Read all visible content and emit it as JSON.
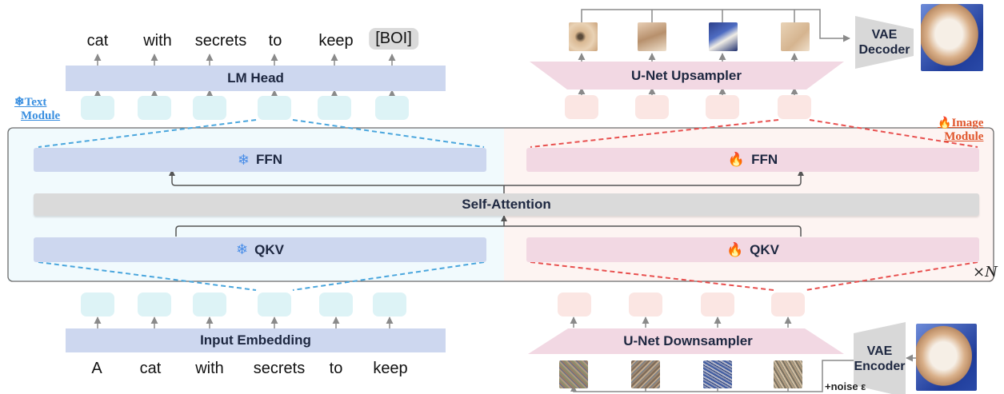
{
  "output_words": [
    "cat",
    "with",
    "secrets",
    "to",
    "keep",
    "[BOI]"
  ],
  "input_words": [
    "A",
    "cat",
    "with",
    "secrets",
    "to",
    "keep"
  ],
  "lm_head": "LM Head",
  "input_embedding": "Input Embedding",
  "text_module": {
    "line1": "Text",
    "line2": "Module"
  },
  "image_module": {
    "line1": "Image",
    "line2": "Module"
  },
  "ffn": "FFN",
  "qkv": "QKV",
  "self_attention": "Self-Attention",
  "repeat": "×N",
  "unet_up": "U-Net Upsampler",
  "unet_down": "U-Net Downsampler",
  "vae_decoder": {
    "line1": "VAE",
    "line2": "Decoder"
  },
  "vae_encoder": {
    "line1": "VAE",
    "line2": "Encoder"
  },
  "noise": "+noise ε",
  "icons": {
    "frozen": "snowflake-icon",
    "trainable": "fire-icon"
  },
  "colors": {
    "text_side": "#cdd7ef",
    "image_side": "#f2d8e3",
    "text_dash": "#4aa6dd",
    "image_dash": "#e8504f"
  }
}
